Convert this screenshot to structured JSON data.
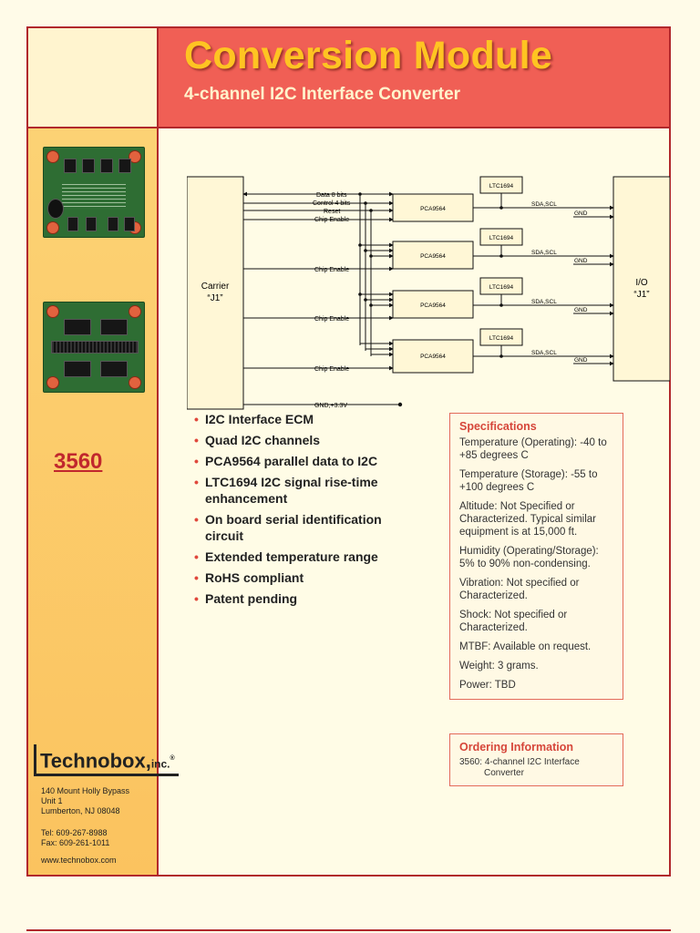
{
  "header": {
    "title": "Conversion Module",
    "subtitle": "4-channel I2C Interface Converter"
  },
  "sidebar": {
    "part_number": "3560",
    "logo": {
      "name": "Technobox,",
      "suffix": "inc.",
      "mark": "®"
    },
    "address": [
      "140 Mount Holly Bypass",
      "Unit 1",
      "Lumberton, NJ 08048"
    ],
    "phone": {
      "tel": "Tel: 609-267-8988",
      "fax": "Fax: 609-261-1011"
    },
    "website": "www.technobox.com"
  },
  "diagram": {
    "carrier_label": [
      "Carrier",
      "“J1”"
    ],
    "io_label": [
      "I/O",
      "“J1”"
    ],
    "bus_labels": [
      "Data 8 bits",
      "Control 4 bits",
      "Reset",
      "Chip Enable"
    ],
    "chip_enable_label": "Chip Enable",
    "converter_label": "PCA9564",
    "enhancer_label": "LTC1694",
    "output_label_sda": "SDA,SCL",
    "output_label_gnd": "GND",
    "power_label": "GND,+3.3V"
  },
  "features": [
    "I2C Interface ECM",
    "Quad I2C channels",
    "PCA9564 parallel data to I2C",
    "LTC1694 I2C signal rise-time enhancement",
    "On board serial identification circuit",
    "Extended temperature range",
    "RoHS compliant",
    "Patent pending"
  ],
  "specifications": {
    "heading": "Specifications",
    "items": [
      "Temperature (Operating): -40 to +85 degrees C",
      "Temperature (Storage): -55 to +100 degrees C",
      "Altitude: Not Specified or Characterized. Typical similar equipment is at 15,000 ft.",
      "Humidity (Operating/Storage): 5% to 90% non-condensing.",
      "Vibration: Not specified or Characterized.",
      "Shock: Not specified or Characterized.",
      "MTBF:  Available on request.",
      "Weight: 3 grams.",
      "Power:  TBD"
    ]
  },
  "ordering": {
    "heading": "Ordering Information",
    "code": "3560:",
    "line1": "4-channel I2C Interface",
    "line2": "Converter"
  },
  "colors": {
    "border": "#b1282c",
    "header": "#f05f55",
    "title": "#ffc422",
    "sidebar": "#fbc35f",
    "accent": "#d6463a"
  }
}
